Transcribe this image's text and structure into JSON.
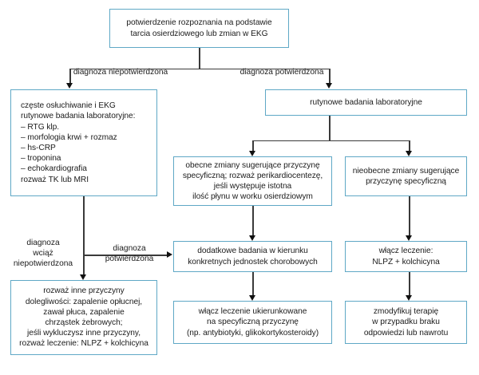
{
  "diagram": {
    "type": "flowchart",
    "language": "pl",
    "accent_color": "#5fa8c6",
    "line_color": "#3a3a3a",
    "background": "#ffffff",
    "nodes": {
      "root": "potwierdzenie rozpoznania na podstawie\ntarcia osierdziowego lub zmian w EKG",
      "left_workup": "częste osłuchiwanie i EKG\nrutynowe badania laboratoryjne:\n– RTG klp.\n– morfologia krwi + rozmaz\n– hs-CRP\n– troponina\n– echokardiografia\nrozważ TK lub MRI",
      "routine_labs": "rutynowe badania laboratoryjne",
      "changes_present": "obecne zmiany sugerujące przyczynę\nspecyficzną; rozważ perikardiocentezę,\njeśli występuje istotna\nilość płynu w worku osierdziowym",
      "changes_absent": "nieobecne zmiany sugerujące\nprzyczynę specyficzną",
      "additional_tests": "dodatkowe badania w kierunku\nkonkretnych jednostek chorobowych",
      "start_treatment": "włącz leczenie:\nNLPZ + kolchicyna",
      "other_causes": "rozważ inne przyczyny\ndolegliwości: zapalenie opłucnej,\nzawał płuca, zapalenie\nchrząstek żebrowych;\njeśli wykluczysz inne przyczyny,\nrozważ leczenie: NLPZ + kolchicyna",
      "targeted_treatment": "włącz leczenie ukierunkowane\nna specyficzną przyczynę\n(np. antybiotyki, glikokortykosteroidy)",
      "modify_therapy": "zmodyfikuj terapię\nw przypadku braku\nodpowiedzi lub nawrotu"
    },
    "edge_labels": {
      "not_confirmed": "diagnoza niepotwierdzona",
      "confirmed": "diagnoza potwierdzona",
      "still_not_confirmed": "diagnoza\nwciąż\nniepotwierdzona",
      "confirmed_short": "diagnoza\npotwierdzona"
    }
  }
}
